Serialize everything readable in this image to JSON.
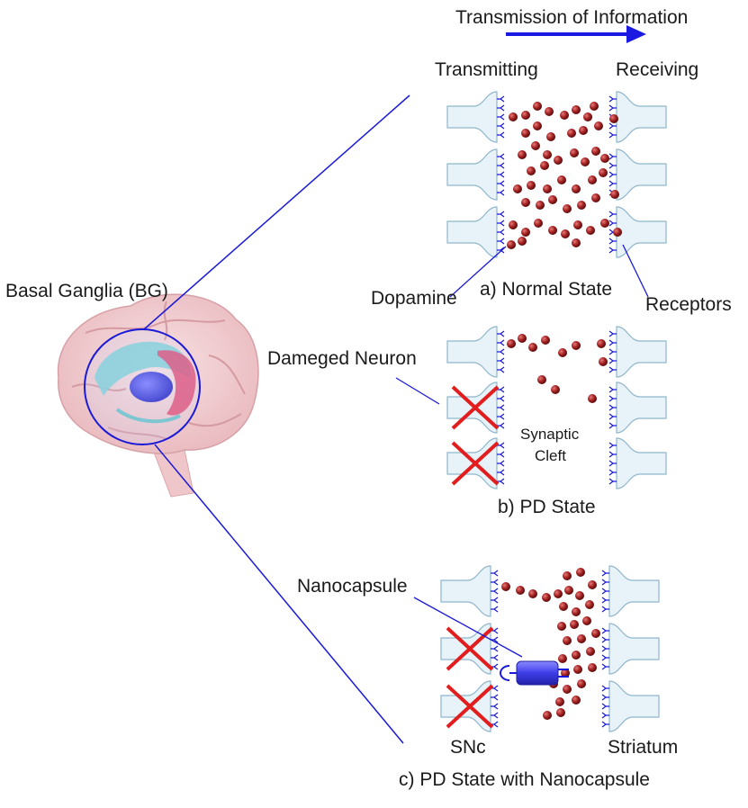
{
  "header": {
    "transmission": "Transmission of Information",
    "transmitting": "Transmitting",
    "receiving": "Receiving"
  },
  "brain": {
    "label": "Basal Ganglia (BG)"
  },
  "panel_a": {
    "caption": "a)  Normal  State",
    "dopamine_label": "Dopamine",
    "receptors_label": "Receptors"
  },
  "panel_b": {
    "caption": "b)  PD State",
    "damaged_label": "Dameged Neuron",
    "cleft_line1": "Synaptic",
    "cleft_line2": "Cleft"
  },
  "panel_c": {
    "caption": "c)  PD State with Nanocapsule",
    "nanocapsule_label": "Nanocapsule",
    "snc_label": "SNc",
    "striatum_label": "Striatum"
  },
  "colors": {
    "line": "#1a1ad6",
    "arrow": "#1a1ae0",
    "neuron_fill": "#e8f3f9",
    "neuron_stroke": "#8fb6cc",
    "dopamine": "#9a1f1f",
    "cross": "#e21d1d",
    "capsule": "#4040ee"
  }
}
